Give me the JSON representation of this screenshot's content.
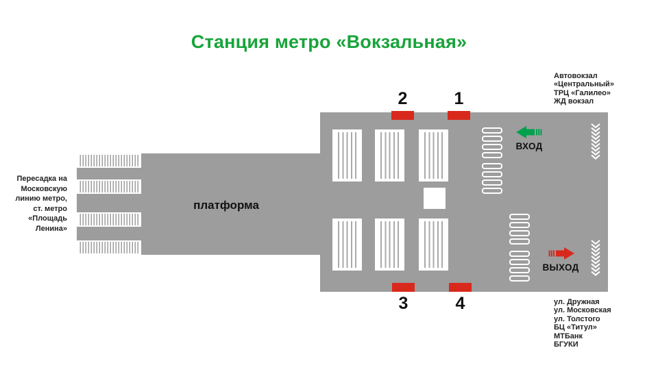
{
  "title": "Станция метро «Вокзальная»",
  "platform": {
    "label": "платформа"
  },
  "entrance": {
    "label": "ВХОД",
    "icon": "arrow-left-green"
  },
  "exit": {
    "label": "ВЫХОД",
    "icon": "arrow-right-red"
  },
  "exits": [
    {
      "number": "1"
    },
    {
      "number": "2"
    },
    {
      "number": "3"
    },
    {
      "number": "4"
    }
  ],
  "left_note": {
    "lines": [
      "Пересадка на",
      "Московскую",
      "линию метро,",
      "ст. метро",
      "«Площадь",
      "Ленина»"
    ]
  },
  "top_right_note": {
    "lines": [
      "Автовокзал",
      "«Центральный»",
      "ТРЦ «Галилео»",
      "ЖД вокзал"
    ]
  },
  "bottom_right_note": {
    "lines": [
      "ул. Дружная",
      "ул. Московская",
      "ул. Толстого",
      "БЦ «Титул»",
      "МТБанк",
      "БГУКИ"
    ]
  },
  "colors": {
    "platform_gray": "#9d9d9d",
    "exit_red": "#d8291c",
    "entrance_green": "#00a14d",
    "title_green": "#18a43a"
  }
}
